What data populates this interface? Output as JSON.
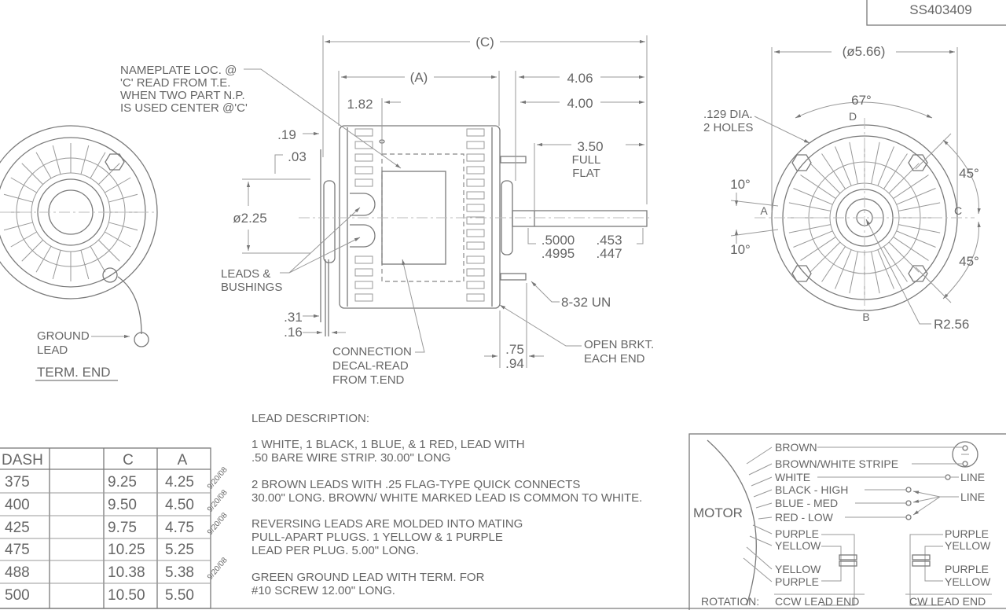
{
  "drawing_number": "SS403409",
  "term_end_view": {
    "ground_lead": [
      "GROUND",
      "LEAD"
    ],
    "title": "TERM. END"
  },
  "side_view": {
    "nameplate_note": [
      "NAMEPLATE LOC. @",
      "'C' READ FROM T.E.",
      "WHEN TWO PART N.P.",
      "IS USED CENTER @'C'"
    ],
    "dim_c": "(C)",
    "dim_a": "(A)",
    "dim_406": "4.06",
    "dim_400": "4.00",
    "dim_182": "1.82",
    "dim_19": ".19",
    "dim_03": ".03",
    "dim_dia225": "ø2.25",
    "flat": [
      "3.50",
      "FULL",
      "FLAT"
    ],
    "shaft_dia": [
      ".5000",
      ".4995"
    ],
    "flat_dim": [
      ".453",
      ".447"
    ],
    "thread": "8-32 UN",
    "open_bracket": [
      "OPEN BRKT.",
      "EACH END"
    ],
    "dim_75_94": [
      ".75",
      ".94"
    ],
    "dim_31_16": [
      ".31",
      ".16"
    ],
    "leads": [
      "LEADS &",
      "BUSHINGS"
    ],
    "connection": [
      "CONNECTION",
      "DECAL-READ",
      "FROM T.END"
    ]
  },
  "front_view": {
    "dia": "(ø5.66)",
    "angle67": "67°",
    "hole_note": [
      ".129 DIA.",
      "2 HOLES"
    ],
    "angle10": "10°",
    "angle45": "45°",
    "radius": "R2.56",
    "points": {
      "a": "A",
      "b": "B",
      "c": "C",
      "d": "D"
    }
  },
  "lead_description": {
    "heading": "LEAD DESCRIPTION:",
    "paragraphs": [
      [
        "1 WHITE, 1 BLACK, 1 BLUE, & 1 RED, LEAD WITH",
        ".50 BARE WIRE STRIP. 30.00\" LONG"
      ],
      [
        "2 BROWN LEADS WITH .25 FLAG-TYPE QUICK CONNECTS",
        "30.00\" LONG. BROWN/ WHITE MARKED LEAD IS COMMON TO WHITE."
      ],
      [
        "REVERSING LEADS ARE MOLDED INTO MATING",
        "PULL-APART PLUGS. 1 YELLOW & 1 PURPLE",
        "LEAD PER PLUG. 5.00\" LONG."
      ],
      [
        "GREEN GROUND LEAD WITH TERM. FOR",
        "#10 SCREW 12.00\" LONG."
      ]
    ]
  },
  "dash_table": {
    "headers": [
      "DASH",
      "",
      "C",
      "A"
    ],
    "rows": [
      {
        "dash": "375",
        "c": "9.25",
        "a": "4.25",
        "rev": "9/20/08"
      },
      {
        "dash": "400",
        "c": "9.50",
        "a": "4.50",
        "rev": "9/20/08"
      },
      {
        "dash": "425",
        "c": "9.75",
        "a": "4.75",
        "rev": "9/20/08"
      },
      {
        "dash": "475",
        "c": "10.25",
        "a": "5.25",
        "rev": ""
      },
      {
        "dash": "488",
        "c": "10.38",
        "a": "5.38",
        "rev": "9/20/08"
      },
      {
        "dash": "500",
        "c": "10.50",
        "a": "5.50",
        "rev": ""
      }
    ]
  },
  "wiring": {
    "motor": "MOTOR",
    "leads": [
      "BROWN",
      "BROWN/WHITE STRIPE",
      "WHITE",
      "BLACK - HIGH",
      "BLUE - MED",
      "RED - LOW"
    ],
    "line": "LINE",
    "ccw": [
      "PURPLE",
      "YELLOW",
      "YELLOW",
      "PURPLE"
    ],
    "cw": [
      "PURPLE",
      "YELLOW",
      "PURPLE",
      "YELLOW"
    ],
    "rotation": "ROTATION:",
    "ccw_label": "CCW LEAD END",
    "cw_label": "CW LEAD END"
  }
}
